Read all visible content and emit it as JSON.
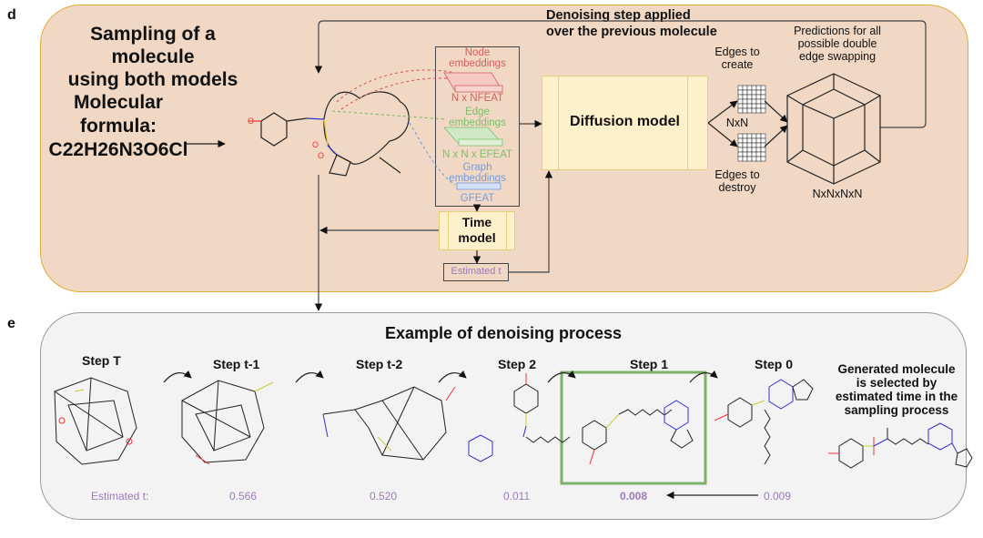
{
  "panel_d": {
    "letter": "d",
    "title_line1": "Sampling of a molecule",
    "title_line2": "using both models",
    "formula_label_line1": "Molecular",
    "formula_label_line2": "formula:",
    "formula_value": "C22H26N3O6Cl",
    "loop_label_line1": "Denoising step applied",
    "loop_label_line2": "over the previous molecule",
    "embeddings": {
      "node_label_line1": "Node",
      "node_label_line2": "embeddings",
      "node_dims": "N x NFEAT",
      "edge_label_line1": "Edge",
      "edge_label_line2": "embeddings",
      "edge_dims": "N x N x EFEAT",
      "graph_label_line1": "Graph",
      "graph_label_line2": "embeddings",
      "graph_dims": "GFEAT"
    },
    "time_model_line1": "Time",
    "time_model_line2": "model",
    "estimated_t_box": "Estimated t",
    "diffusion_model": "Diffusion model",
    "edges_create_line1": "Edges to",
    "edges_create_line2": "create",
    "nxn": "NxN",
    "edges_destroy_line1": "Edges to",
    "edges_destroy_line2": "destroy",
    "predictions_line1": "Predictions for all",
    "predictions_line2": "possible double",
    "predictions_line3": "edge swapping",
    "nxnxnxn": "NxNxNxN"
  },
  "panel_e": {
    "letter": "e",
    "title": "Example of denoising process",
    "steps": [
      {
        "label": "Step T",
        "estimated_t": "Estimated t:"
      },
      {
        "label": "Step t-1",
        "estimated_t": "0.566"
      },
      {
        "label": "Step t-2",
        "estimated_t": "0.520"
      },
      {
        "label": "Step 2",
        "estimated_t": "0.011"
      },
      {
        "label": "Step 1",
        "estimated_t": "0.008",
        "selected": true
      },
      {
        "label": "Step 0",
        "estimated_t": "0.009"
      }
    ],
    "generated_line1": "Generated molecule",
    "generated_line2": "is selected by",
    "generated_line3": "estimated time in the",
    "generated_line4": "sampling process"
  },
  "colors": {
    "panel_d_bg": "#f0d8c5",
    "panel_d_border": "#e0a93a",
    "panel_e_bg": "#f3f3f3",
    "node_color": "#d06060",
    "edge_color": "#7cbf6a",
    "graph_color": "#7a9bd6",
    "estimated_t_color": "#9b7bb8",
    "selection_box": "#7fb069"
  }
}
